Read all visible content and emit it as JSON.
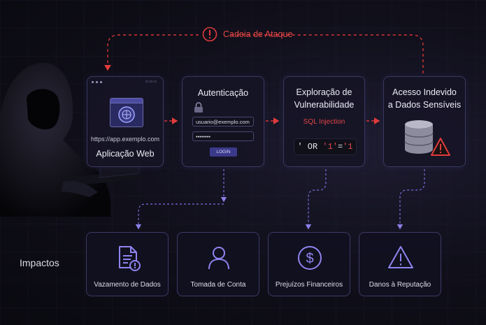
{
  "attack_chain": {
    "title": "Cadeia de Ataque"
  },
  "steps": {
    "web_app": {
      "url": "https://app.exemplo.com",
      "label": "Aplicação Web"
    },
    "auth": {
      "title": "Autenticação",
      "email": "usuario@exemplo.com",
      "password": "••••••••",
      "button": "LOGIN"
    },
    "exploit": {
      "title_line1": "Exploração de",
      "title_line2": "Vulnerabilidade",
      "attack_type": "SQL Injection",
      "code_part1": "' OR ",
      "code_part2": "'1'",
      "code_part3": "=",
      "code_part4": "'1"
    },
    "access": {
      "title_line1": "Acesso Indevido",
      "title_line2": "a Dados Sensíveis"
    }
  },
  "impacts": {
    "heading": "Impactos",
    "items": [
      {
        "label": "Vazamento de Dados",
        "icon": "document-alert-icon"
      },
      {
        "label": "Tomada de Conta",
        "icon": "user-icon"
      },
      {
        "label": "Prejuízos Financeiros",
        "icon": "dollar-icon"
      },
      {
        "label": "Danos à Reputação",
        "icon": "warning-icon"
      }
    ]
  },
  "colors": {
    "accent": "#7b6fe0",
    "danger": "#e03b3b",
    "border": "#3a3860"
  }
}
